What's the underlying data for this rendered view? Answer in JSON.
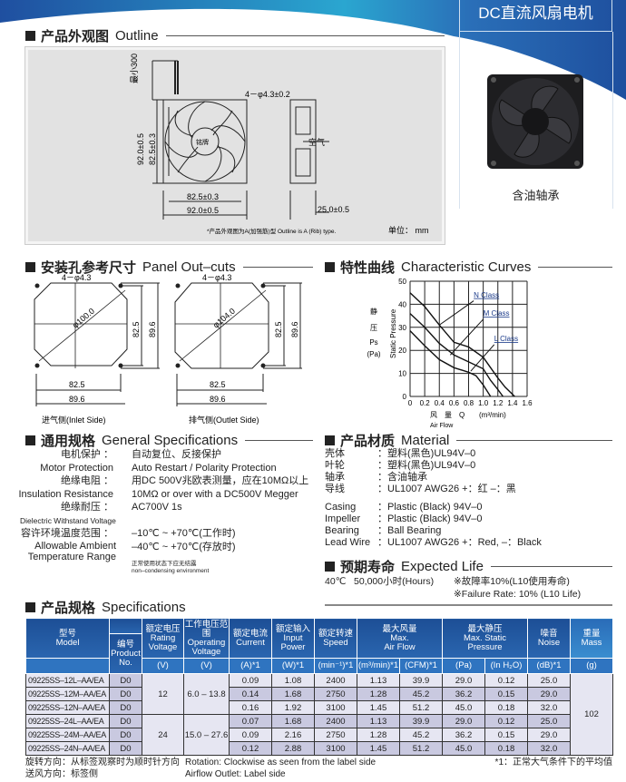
{
  "header": {
    "title": "DC直流风扇电机",
    "product_caption": "含油轴承"
  },
  "outline": {
    "title_cn": "产品外观图",
    "title_en": "Outline",
    "dims": {
      "lead": "最小300",
      "holes": "4－φ4.3±0.2",
      "height_outer": "92.0±0.5",
      "height_inner": "82.5±0.3",
      "width_inner": "82.5±0.3",
      "width_outer": "92.0±0.5",
      "depth": "25.0±0.5",
      "air": "空气",
      "label": "铭牌"
    },
    "note": "*产品外观图为A(加强筋)型  Outline is A (Rib) type.",
    "unit": "单位： mm"
  },
  "panel": {
    "title_cn": "安装孔参考尺寸",
    "title_en": "Panel Out–cuts",
    "inlet": {
      "holes": "4－φ4.3",
      "dia": "φ100.0",
      "v_inner": "82.5",
      "v_outer": "89.6",
      "h_inner": "82.5",
      "h_outer": "89.6",
      "caption": "进气侧(Inlet Side)"
    },
    "outlet": {
      "holes": "4－φ4.3",
      "dia": "φ104.0",
      "v_inner": "82.5",
      "v_outer": "89.6",
      "h_inner": "82.5",
      "h_outer": "89.6",
      "caption": "排气侧(Outlet Side)"
    }
  },
  "curves": {
    "title_cn": "特性曲线",
    "title_en": "Characteristic Curves"
  },
  "chart_data": {
    "type": "line",
    "xlabel_cn": "风　量　Q",
    "xlabel_unit": "(m³/min)",
    "xlabel_en": "Air Flow",
    "ylabel_cn": [
      "静",
      "压",
      "Ps",
      "(Pa)"
    ],
    "ylabel_en": "Static Pressure",
    "xlim": [
      0,
      1.6
    ],
    "ylim": [
      0,
      50
    ],
    "grid": true,
    "x_ticks": [
      "0",
      "0.2",
      "0.4",
      "0.6",
      "0.8",
      "1.0",
      "1.2",
      "1.4",
      "1.6"
    ],
    "y_ticks": [
      "0",
      "10",
      "20",
      "30",
      "40",
      "50"
    ],
    "series": [
      {
        "name": "N Class",
        "x": [
          0,
          0.2,
          0.4,
          0.6,
          0.8,
          1.0,
          1.2,
          1.3,
          1.43
        ],
        "y": [
          45,
          39,
          31,
          23.5,
          21.5,
          17,
          8,
          4,
          0
        ]
      },
      {
        "name": "M Class",
        "x": [
          0,
          0.2,
          0.4,
          0.6,
          0.8,
          1.0,
          1.1,
          1.2,
          1.27
        ],
        "y": [
          36,
          30,
          23,
          18,
          15,
          12,
          7,
          3,
          0
        ]
      },
      {
        "name": "L Class",
        "x": [
          0,
          0.2,
          0.4,
          0.6,
          0.8,
          0.9,
          1.0,
          1.1
        ],
        "y": [
          28.5,
          22,
          16,
          12.5,
          10.5,
          9,
          5,
          0
        ]
      }
    ]
  },
  "general": {
    "title_cn": "通用规格",
    "title_en": "General Specifications",
    "rows": [
      {
        "cn": "电机保护 ：",
        "en": "Motor Protection",
        "v_cn": "自动复位、反接保护",
        "v_en": "Auto Restart / Polarity Protection"
      },
      {
        "cn": "绝缘电阻 ：",
        "en": "Insulation Resistance",
        "v_cn": "用DC 500V兆欧表测量，应在10MΩ以上",
        "v_en": "10MΩ  or over with a DC500V Megger"
      },
      {
        "cn": "绝缘耐压 ：",
        "en": "Dielectric Withstand Voltage",
        "v_cn": "AC700V 1s",
        "v_en": ""
      },
      {
        "cn": "容许环境温度范围 ：",
        "en": "Allowable Ambient Temperature Range",
        "v_cn": "–10℃ ~ +70℃(工作时)",
        "v_en": "–40℃ ~ +70℃(存放时)"
      }
    ],
    "note_cn": "正常使用状态下应无结露",
    "note_en": "non–condensing environment"
  },
  "material": {
    "title_cn": "产品材质",
    "title_en": "Material",
    "cn": [
      [
        "壳体",
        "：塑料(黑色)UL94V–0"
      ],
      [
        "叶轮",
        "：塑料(黑色)UL94V–0"
      ],
      [
        "轴承",
        "：含油轴承"
      ],
      [
        "导线",
        "：UL1007 AWG26 +：红  –：黑"
      ]
    ],
    "en": [
      [
        "Casing",
        "：Plastic (Black) 94V–0"
      ],
      [
        "Impeller",
        "：Plastic (Black) 94V–0"
      ],
      [
        "Bearing",
        "：Ball Bearing"
      ],
      [
        "Lead Wire",
        "：UL1007 AWG26 +：Red, –：Black"
      ]
    ]
  },
  "life": {
    "title_cn": "预期寿命",
    "title_en": "Expected Life",
    "temp": "40℃",
    "hours": "50,000小时(Hours)",
    "note_cn": "※故障率10%(L10使用寿命)",
    "note_en": "※Failure Rate: 10% (L10 Life)"
  },
  "specs": {
    "title_cn": "产品规格",
    "title_en": "Specifications",
    "headers": {
      "model": "型号\nModel",
      "pn": "编号\nProduct\nNo.",
      "rv": "额定电压\nRating\nVoltage",
      "ov": "工作电压范围\nOperating\nVoltage",
      "cur": "额定电流\nCurrent",
      "pw": "额定输入\nInput\nPower",
      "sp": "额定转速\nSpeed",
      "af": "最大风量\nMax.\nAir Flow",
      "pr": "最大静压\nMax. Static\nPressure",
      "ns": "噪音\nNoise",
      "ms": "重量\nMass"
    },
    "units": [
      "(V)",
      "(V)",
      "(A)*1",
      "(W)*1",
      "(min⁻¹)*1",
      "(m³/min)*1",
      "(CFM)*1",
      "(Pa)",
      "(In H₂O)",
      "(dB)*1",
      "(g)"
    ],
    "rows": [
      [
        "09225SS–12L–AA/EA",
        "D0",
        "0.09",
        "1.08",
        "2400",
        "1.13",
        "39.9",
        "29.0",
        "0.12",
        "25.0"
      ],
      [
        "09225SS–12M–AA/EA",
        "D0",
        "0.14",
        "1.68",
        "2750",
        "1.28",
        "45.2",
        "36.2",
        "0.15",
        "29.0"
      ],
      [
        "09225SS–12N–AA/EA",
        "D0",
        "0.16",
        "1.92",
        "3100",
        "1.45",
        "51.2",
        "45.0",
        "0.18",
        "32.0"
      ],
      [
        "09225SS–24L–AA/EA",
        "D0",
        "0.07",
        "1.68",
        "2400",
        "1.13",
        "39.9",
        "29.0",
        "0.12",
        "25.0"
      ],
      [
        "09225SS–24M–AA/EA",
        "D0",
        "0.09",
        "2.16",
        "2750",
        "1.28",
        "45.2",
        "36.2",
        "0.15",
        "29.0"
      ],
      [
        "09225SS–24N–AA/EA",
        "D0",
        "0.12",
        "2.88",
        "3100",
        "1.45",
        "51.2",
        "45.0",
        "0.18",
        "32.0"
      ]
    ],
    "groups": [
      {
        "rv": "12",
        "ov": "6.0 – 13.8"
      },
      {
        "rv": "24",
        "ov": "15.0 – 27.6"
      }
    ],
    "mass": "102"
  },
  "footer": {
    "rot_cn": "旋转方向：从标签观察时为顺时针方向",
    "air_cn": "送风方向：标签侧",
    "rot_en": "Rotation: Clockwise as seen from the label side",
    "air_en": "Airflow Outlet: Label side",
    "note": "*1：正常大气条件下的平均值"
  },
  "colors": {
    "header_blue": "#1f5aa6",
    "header_cyan": "#2aa6d0",
    "table_header": "#1d4f96",
    "table_unit": "#2f74c0",
    "cell": "#e6e6f2",
    "cell_alt": "#c9c9e0"
  }
}
